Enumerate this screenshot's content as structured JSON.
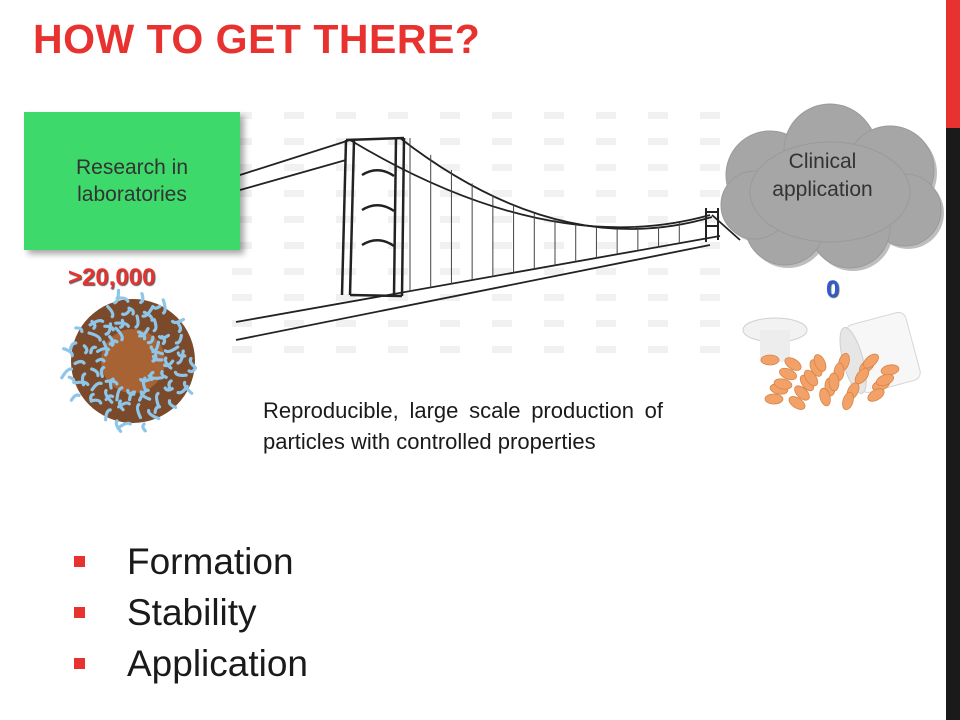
{
  "title": "HOW TO GET THERE?",
  "research_box": {
    "label": "Research in laboratories"
  },
  "cloud": {
    "label": "Clinical application"
  },
  "counts": {
    "research": ">20,000",
    "clinical": "0"
  },
  "caption": "Reproducible, large scale production of particles with controlled properties",
  "bullets": [
    "Formation",
    "Stability",
    "Application"
  ],
  "colors": {
    "accent_red": "#e8322f",
    "research_green": "#3dd96a",
    "cloud_grey": "#a6a6a6",
    "clinical_blue": "#2e5ad6",
    "particle_core": "#7a4a2a",
    "particle_strands": "#8ec6ea",
    "pill_orange": "#f2a168"
  },
  "icons": {
    "bridge": "suspension-bridge-illustration",
    "particle": "nanoparticle-illustration",
    "pills": "pill-bottle-photo"
  }
}
